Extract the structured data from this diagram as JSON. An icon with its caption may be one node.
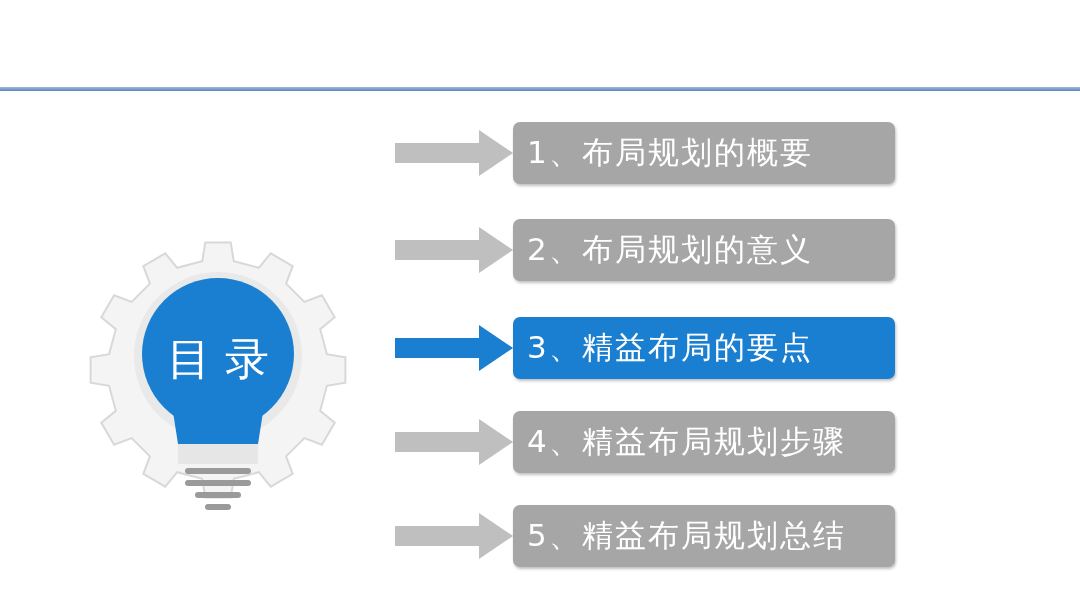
{
  "diagram": {
    "nodes": [
      {
        "text": [
          "目 录"
        ]
      },
      {
        "text": [
          "1、布局规划的概要"
        ]
      },
      {
        "text": [
          "2、布局规划的意义"
        ]
      },
      {
        "text": [
          "3、精益布局的要点"
        ]
      },
      {
        "text": [
          "4、精益布局规划步骤"
        ]
      },
      {
        "text": [
          "5、精益布局规划总结"
        ]
      }
    ],
    "edges": [
      {
        "from": null,
        "to": 1,
        "arrow": "to"
      },
      {
        "from": null,
        "to": 2,
        "arrow": "to"
      },
      {
        "from": null,
        "to": 3,
        "arrow": "to",
        "color": "#1a7fd0"
      },
      {
        "from": null,
        "to": 4,
        "arrow": "to"
      },
      {
        "from": null,
        "to": 5,
        "arrow": "to"
      }
    ]
  }
}
